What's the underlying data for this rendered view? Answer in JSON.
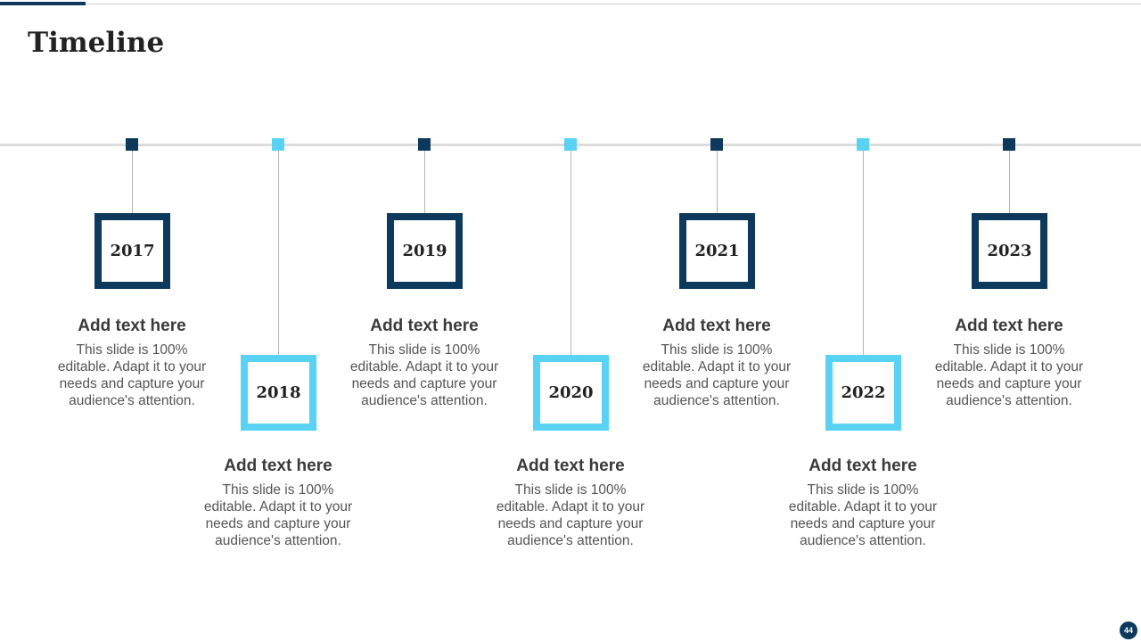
{
  "slide": {
    "title": "Timeline",
    "page_number": "44",
    "colors": {
      "dark": "#0d3a5c",
      "light": "#5ad2f4",
      "line": "#dcdcdc"
    }
  },
  "milestones": [
    {
      "year": "2017",
      "heading": "Add text here",
      "body": "This slide is 100% editable. Adapt it to your needs and capture your audience's attention.",
      "style": "dark"
    },
    {
      "year": "2018",
      "heading": "Add text here",
      "body": "This slide is 100% editable. Adapt it to your needs and capture your audience's attention.",
      "style": "light"
    },
    {
      "year": "2019",
      "heading": "Add text here",
      "body": "This slide is 100% editable. Adapt it to your needs and capture your audience's attention.",
      "style": "dark"
    },
    {
      "year": "2020",
      "heading": "Add text here",
      "body": "This slide is 100% editable. Adapt it to your needs and capture your audience's attention.",
      "style": "light"
    },
    {
      "year": "2021",
      "heading": "Add text here",
      "body": "This slide is 100% editable. Adapt it to your needs and capture your audience's attention.",
      "style": "dark"
    },
    {
      "year": "2022",
      "heading": "Add text here",
      "body": "This slide is 100% editable. Adapt it to your needs and capture your audience's attention.",
      "style": "light"
    },
    {
      "year": "2023",
      "heading": "Add text here",
      "body": "This slide is 100% editable. Adapt it to your needs and capture your audience's attention.",
      "style": "dark"
    }
  ]
}
